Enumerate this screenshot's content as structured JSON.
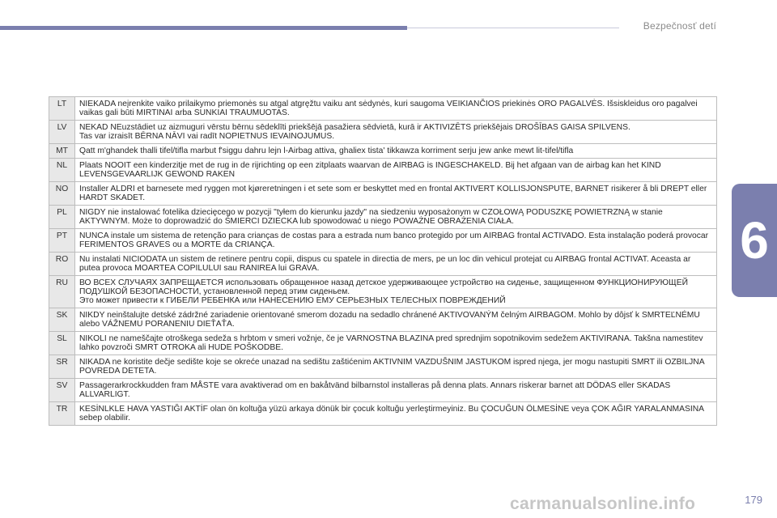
{
  "header": {
    "section_title": "Bezpečnosť detí"
  },
  "chapter": {
    "number": "6"
  },
  "rows": [
    {
      "code": "LT",
      "text": "NIEKADA neįrenkite vaiko prilaikymo priemonės su atgal atgręžtu vaiku ant sėdynės, kuri saugoma VEIKIANČIOS priekinės ORO PAGALVĖS. Išsiskleidus oro pagalvei vaikas gali būti MIRTINAI arba SUNKIAI TRAUMUOTAS."
    },
    {
      "code": "LV",
      "text": "NEKAD NEuzstādiet uz aizmuguri vērstu bērnu sēdeklīti priekšējā pasažiera sēdvietā, kurā ir AKTIVIZĒTS priekšējais DROŠĪBAS GAISA SPILVENS.\nTas var izraisīt BĒRNA NĀVI vai radīt NOPIETNUS IEVAINOJUMUS."
    },
    {
      "code": "MT",
      "text": "Qatt m'ghandek thalli tifel/tifla marbut f'siggu dahru lejn l-Airbag attiva, ghaliex tista' tikkawza korriment serju jew anke mewt lit-tifel/tifla"
    },
    {
      "code": "NL",
      "text": "Plaats NOOIT een kinderzitje met de rug in de rijrichting op een zitplaats waarvan de AIRBAG is INGESCHAKELD. Bij het afgaan van de airbag kan het KIND LEVENSGEVAARLIJK GEWOND RAKEN"
    },
    {
      "code": "NO",
      "text": "Installer ALDRI et barnesete med ryggen mot kjøreretningen i et sete som er beskyttet med en frontal AKTIVERT KOLLISJONSPUTE, BARNET risikerer å bli DREPT eller HARDT SKADET."
    },
    {
      "code": "PL",
      "text": "NIGDY nie instalować fotelika dziecięcego w pozycji \"tyłem do kierunku jazdy\" na siedzeniu wyposażonym w CZOŁOWĄ PODUSZKĘ POWIETRZNĄ w stanie AKTYWNYM. Może to doprowadzić do ŚMIERCI DZIECKA lub spowodować u niego POWAŻNE OBRAŻENIA CIAŁA."
    },
    {
      "code": "PT",
      "text": "NUNCA instale um sistema de retenção para crianças de costas para a estrada num banco protegido por um AIRBAG frontal ACTIVADO. Esta instalação poderá provocar FERIMENTOS GRAVES ou a MORTE da CRIANÇA."
    },
    {
      "code": "RO",
      "text": "Nu instalati NICIODATA un sistem de retinere pentru copii, dispus cu spatele in directia de mers, pe un loc din vehicul protejat cu AIRBAG frontal ACTIVAT. Aceasta ar putea provoca MOARTEA COPILULUI sau RANIREA lui GRAVA."
    },
    {
      "code": "RU",
      "text": "ВО ВСЕХ СЛУЧАЯХ ЗАПРЕЩАЕТСЯ использовать обращенное назад детское удерживающее устройство на сиденье, защищенном ФУНКЦИОНИРУЮЩЕЙ ПОДУШКОЙ БЕЗОПАСНОСТИ, установленной перед этим сиденьем.\nЭто может привести к ГИБЕЛИ РЕБЕНКА или НАНЕСЕНИЮ ЕМУ СЕРЬЕЗНЫХ ТЕЛЕСНЫХ ПОВРЕЖДЕНИЙ"
    },
    {
      "code": "SK",
      "text": "NIKDY neinštalujte detské zádržné zariadenie orientované smerom dozadu na sedadlo chránené AKTIVOVANÝM čelným AIRBAGOM. Mohlo by dôjsť k SMRTEĽNÉMU alebo VÁŽNEMU PORANENIU DIEŤAŤA."
    },
    {
      "code": "SL",
      "text": "NIKOLI ne nameščajte otroškega sedeža s hrbtom v smeri vožnje, če je VARNOSTNA BLAZINA pred sprednjim sopotnikovim sedežem AKTIVIRANA. Takšna namestitev lahko povzroči SMRT OTROKA ali HUDE POŠKODBE."
    },
    {
      "code": "SR",
      "text": "NIKADA ne koristite dečje sedište koje se okreće unazad na sedištu zaštićenim AKTIVNIM VAZDUŠNIM JASTUKOM ispred njega, jer mogu nastupiti SMRT ili OZBILJNA POVREDA DETETA."
    },
    {
      "code": "SV",
      "text": "Passagerarkrockkudden fram MÅSTE vara avaktiverad om en bakåtvänd bilbarnstol installeras på denna plats. Annars riskerar barnet att DÖDAS eller SKADAS ALLVARLIGT."
    },
    {
      "code": "TR",
      "text": "KESİNLKLE HAVA YASTIĞI AKTİF olan ön koltuğa yüzü arkaya dönük bir çocuk koltuğu yerleştirmeyiniz. Bu ÇOCUĞUN ÖLMESİNE veya ÇOK AĞIR YARALANMASINA sebep olabilir."
    }
  ],
  "footer": {
    "page_number": "179",
    "watermark": "carmanualsonline.info"
  }
}
